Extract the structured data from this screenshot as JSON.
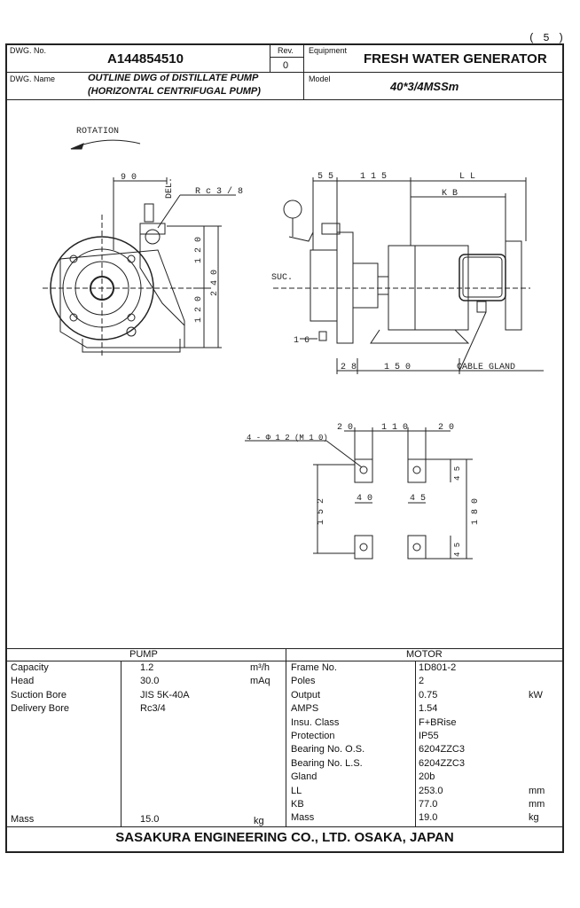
{
  "page_number": "( 5 )",
  "header": {
    "dwg_no_label": "DWG. No.",
    "dwg_no": "A144854510",
    "rev_label": "Rev.",
    "rev": "0",
    "equipment_label": "Equipment",
    "equipment": "FRESH WATER GENERATOR",
    "dwg_name_label": "DWG. Name",
    "dwg_name_line1": "OUTLINE DWG of DISTILLATE PUMP",
    "dwg_name_line2": "(HORIZONTAL CENTRIFUGAL PUMP)",
    "model_label": "Model",
    "model": "40*3/4MSSm"
  },
  "drawing": {
    "rotation": "ROTATION",
    "dim_90": "9 0",
    "del": "DEL.",
    "rc38": "R c 3 / 8",
    "dim_120a": "1 2 0",
    "dim_240": "2 4 0",
    "dim_120b": "1 2 0",
    "dim_55": "5 5",
    "dim_115": "1 1 5",
    "ll": "L L",
    "kb": "K B",
    "suc": "SUC.",
    "dim_16": "1 6",
    "dim_28": "2 8",
    "dim_150": "1 5 0",
    "cable_gland": "CABLE GLAND",
    "dim_20a": "2 0",
    "dim_110": "1 1 0",
    "dim_20b": "2 0",
    "holes": "4 - Φ 1 2 (M 1 0)",
    "dim_45a": "4 5",
    "dim_40": "4 0",
    "dim_45b": "4 5",
    "dim_152": "1 5 2",
    "dim_180": "1 8 0",
    "dim_45c": "4 5"
  },
  "pump": {
    "title": "PUMP",
    "rows": [
      {
        "label": "Capacity",
        "value": "1.2",
        "unit": "m³/h"
      },
      {
        "label": "Head",
        "value": "30.0",
        "unit": "mAq"
      },
      {
        "label": "Suction Bore",
        "value": "JIS 5K-40A",
        "unit": ""
      },
      {
        "label": "Delivery Bore",
        "value": "Rc3/4",
        "unit": ""
      }
    ],
    "mass_label": "Mass",
    "mass_value": "15.0",
    "mass_unit": "kg"
  },
  "motor": {
    "title": "MOTOR",
    "rows": [
      {
        "label": "Frame No.",
        "value": "1D801-2",
        "unit": ""
      },
      {
        "label": "Poles",
        "value": "2",
        "unit": ""
      },
      {
        "label": "Output",
        "value": "0.75",
        "unit": "kW"
      },
      {
        "label": "AMPS",
        "value": "1.54",
        "unit": ""
      },
      {
        "label": "Insu. Class",
        "value": "F+BRise",
        "unit": ""
      },
      {
        "label": "Protection",
        "value": "IP55",
        "unit": ""
      },
      {
        "label": "Bearing No. O.S.",
        "value": "6204ZZC3",
        "unit": ""
      },
      {
        "label": "Bearing No. L.S.",
        "value": "6204ZZC3",
        "unit": ""
      },
      {
        "label": "Gland",
        "value": "20b",
        "unit": ""
      },
      {
        "label": "LL",
        "value": "253.0",
        "unit": "mm"
      },
      {
        "label": "KB",
        "value": "77.0",
        "unit": "mm"
      },
      {
        "label": "Mass",
        "value": "19.0",
        "unit": "kg"
      }
    ]
  },
  "footer": "SASAKURA ENGINEERING CO., LTD. OSAKA, JAPAN"
}
